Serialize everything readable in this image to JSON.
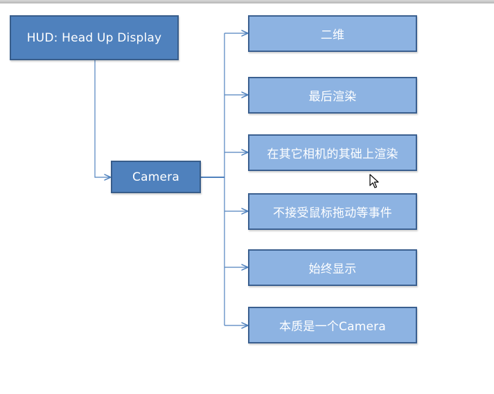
{
  "diagram": {
    "root_label": "HUD:  Head Up Display",
    "camera_label": "Camera",
    "properties": [
      "二维",
      "最后渲染",
      "在其它相机的其础上渲染",
      "不接受鼠标拖动等事件",
      "始终显示",
      "本质是一个Camera"
    ]
  },
  "colors": {
    "node_dark": "#4f81bd",
    "node_dark_border": "#385d8a",
    "node_light": "#8db3e2",
    "node_light_border": "#3a5f8f",
    "connector": "#4f81bd"
  },
  "icons": {
    "cursor": "mouse-pointer-icon"
  }
}
